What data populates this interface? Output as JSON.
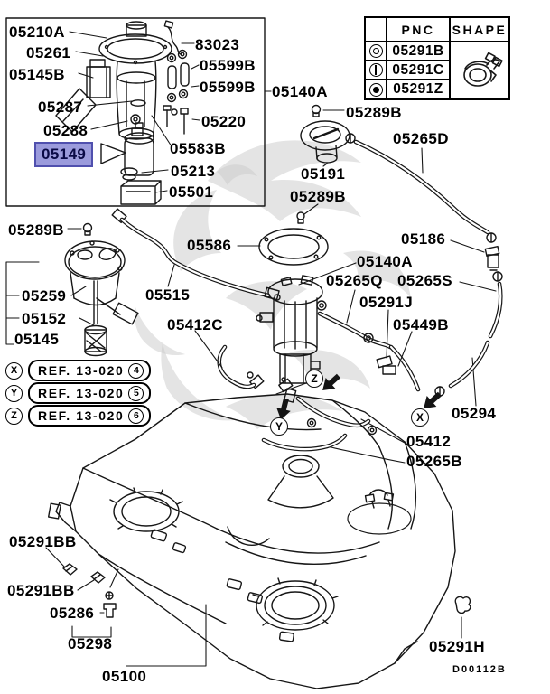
{
  "page_type": "fuel-tank-parts-diagram",
  "part_labels": [
    {
      "text": "05210A"
    },
    {
      "text": "05261"
    },
    {
      "text": "05145B"
    },
    {
      "text": "05287"
    },
    {
      "text": "05288"
    },
    {
      "text": "05149",
      "highlighted": true
    },
    {
      "text": "05213"
    },
    {
      "text": "05501"
    },
    {
      "text": "83023"
    },
    {
      "text": "05599B"
    },
    {
      "text": "05599B"
    },
    {
      "text": "05220"
    },
    {
      "text": "05583B"
    },
    {
      "text": "05140A"
    },
    {
      "text": "05289B"
    },
    {
      "text": "05265D"
    },
    {
      "text": "05191"
    },
    {
      "text": "05289B"
    },
    {
      "text": "05289B"
    },
    {
      "text": "05586"
    },
    {
      "text": "05186"
    },
    {
      "text": "05140A"
    },
    {
      "text": "05265Q"
    },
    {
      "text": "05265S"
    },
    {
      "text": "05291J"
    },
    {
      "text": "05449B"
    },
    {
      "text": "05259"
    },
    {
      "text": "05152"
    },
    {
      "text": "05145"
    },
    {
      "text": "05515"
    },
    {
      "text": "05412C"
    },
    {
      "text": "05294"
    },
    {
      "text": "05412"
    },
    {
      "text": "05265B"
    },
    {
      "text": "05291BB"
    },
    {
      "text": "05291BB"
    },
    {
      "text": "05286"
    },
    {
      "text": "05298"
    },
    {
      "text": "05100"
    },
    {
      "text": "05291H"
    }
  ],
  "highlighted_part": "05149",
  "legend_table": {
    "pnc_header": "PNC",
    "shape_header": "SHAPE",
    "shape_icon": "hose-clamp-icon",
    "rows": [
      {
        "symbol": "double-circle",
        "pnc": "05291B"
      },
      {
        "symbol": "barred-circle",
        "pnc": "05291C"
      },
      {
        "symbol": "dotted-circle",
        "pnc": "05291Z"
      }
    ]
  },
  "references": [
    {
      "marker": "X",
      "label": "REF. 13-020",
      "page": "4"
    },
    {
      "marker": "Y",
      "label": "REF. 13-020",
      "page": "5"
    },
    {
      "marker": "Z",
      "label": "REF. 13-020",
      "page": "6"
    }
  ],
  "diagram_markers": [
    {
      "letter": "X"
    },
    {
      "letter": "Y"
    },
    {
      "letter": "Z"
    }
  ],
  "drawing_code": "D00112B",
  "colors": {
    "line": "#161616",
    "highlight_bg": "#9b9bdc",
    "highlight_border": "#5050ae",
    "highlight_text": "#0a0a46",
    "watermark": "#c9c9c9"
  }
}
